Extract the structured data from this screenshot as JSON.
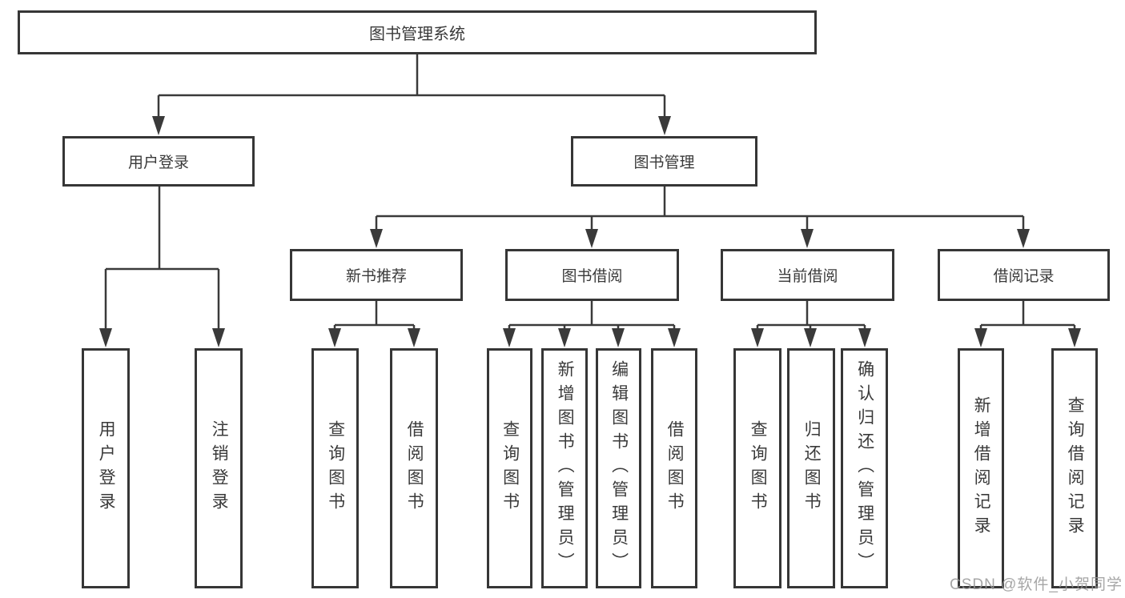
{
  "diagram": {
    "root": {
      "label": "图书管理系统"
    },
    "level2": [
      {
        "label": "用户登录"
      },
      {
        "label": "图书管理"
      }
    ],
    "level3": [
      {
        "label": "新书推荐"
      },
      {
        "label": "图书借阅"
      },
      {
        "label": "当前借阅"
      },
      {
        "label": "借阅记录"
      }
    ],
    "leaves": [
      {
        "label": "用户登录"
      },
      {
        "label": "注销登录"
      },
      {
        "label": "查询图书"
      },
      {
        "label": "借阅图书"
      },
      {
        "label": "查询图书"
      },
      {
        "label": "新增图书（管理员）"
      },
      {
        "label": "编辑图书（管理员）"
      },
      {
        "label": "借阅图书"
      },
      {
        "label": "查询图书"
      },
      {
        "label": "归还图书"
      },
      {
        "label": "确认归还（管理员）"
      },
      {
        "label": "新增借阅记录"
      },
      {
        "label": "查询借阅记录"
      }
    ]
  },
  "watermark": {
    "text": "CSDN @软件_小贺同学"
  },
  "colors": {
    "line": "#3a3a3a",
    "box_border": "#363636",
    "text": "#3a3a3a",
    "watermark": "#969696",
    "background": "#ffffff"
  }
}
